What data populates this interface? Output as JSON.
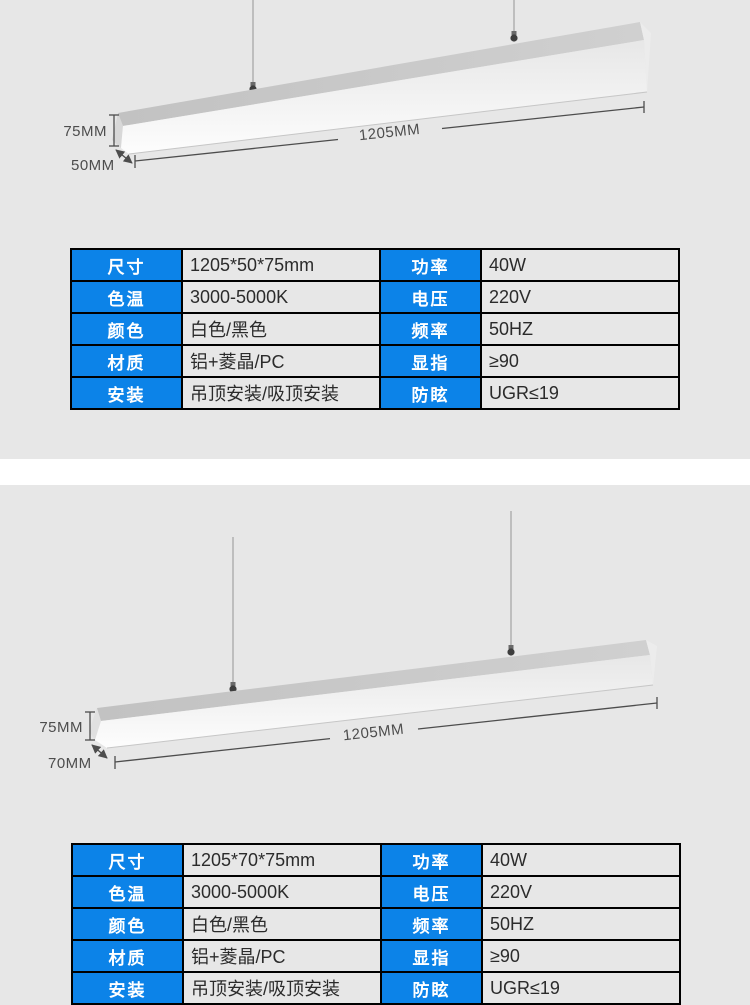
{
  "page": {
    "background": "#e7e7e7",
    "divider_color": "#ffffff",
    "accent_blue": "#0c83e8",
    "table_border": "#000000"
  },
  "sections": [
    {
      "name": "pendant-light-50mm",
      "dimensions": {
        "height": "75MM",
        "depth": "50MM",
        "length": "1205MM"
      },
      "table": {
        "rows": [
          {
            "c1": "尺寸",
            "v1": "1205*50*75mm",
            "c2": "功率",
            "v2": "40W"
          },
          {
            "c1": "色温",
            "v1": "3000-5000K",
            "c2": "电压",
            "v2": "220V"
          },
          {
            "c1": "颜色",
            "v1": "白色/黑色",
            "c2": "频率",
            "v2": "50HZ"
          },
          {
            "c1": "材质",
            "v1": "铝+菱晶/PC",
            "c2": "显指",
            "v2": "≥90"
          },
          {
            "c1": "安装",
            "v1": "吊顶安装/吸顶安装",
            "c2": "防眩",
            "v2": "UGR≤19"
          }
        ]
      }
    },
    {
      "name": "pendant-light-70mm",
      "dimensions": {
        "height": "75MM",
        "depth": "70MM",
        "length": "1205MM"
      },
      "table": {
        "rows": [
          {
            "c1": "尺寸",
            "v1": "1205*70*75mm",
            "c2": "功率",
            "v2": "40W"
          },
          {
            "c1": "色温",
            "v1": "3000-5000K",
            "c2": "电压",
            "v2": "220V"
          },
          {
            "c1": "颜色",
            "v1": "白色/黑色",
            "c2": "频率",
            "v2": "50HZ"
          },
          {
            "c1": "材质",
            "v1": "铝+菱晶/PC",
            "c2": "显指",
            "v2": "≥90"
          },
          {
            "c1": "安装",
            "v1": "吊顶安装/吸顶安装",
            "c2": "防眩",
            "v2": "UGR≤19"
          }
        ]
      }
    }
  ]
}
